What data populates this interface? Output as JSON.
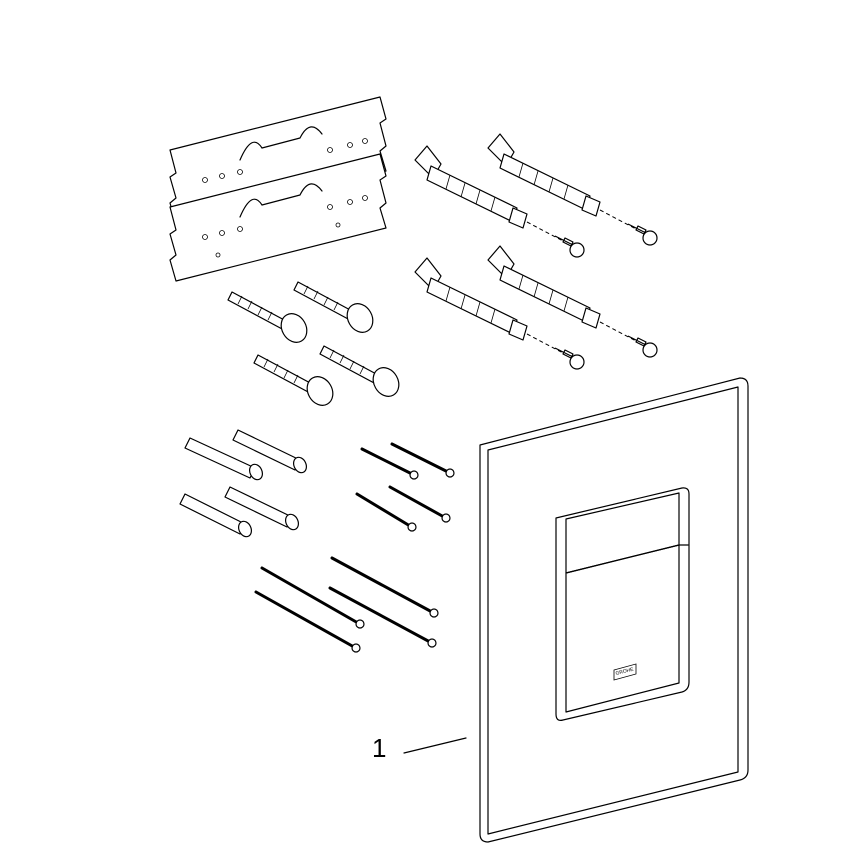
{
  "callouts": [
    {
      "label": "1"
    }
  ],
  "brand_logo_text": "GROHE",
  "parts": {
    "mounting_plates": 2,
    "wall_plugs": 4,
    "wall_plug_screws": 4,
    "mushroom_bolts": 4,
    "threaded_sleeves": 4,
    "short_screws": 4,
    "long_screws": 4,
    "cover_plate_with_buttons": 1
  }
}
